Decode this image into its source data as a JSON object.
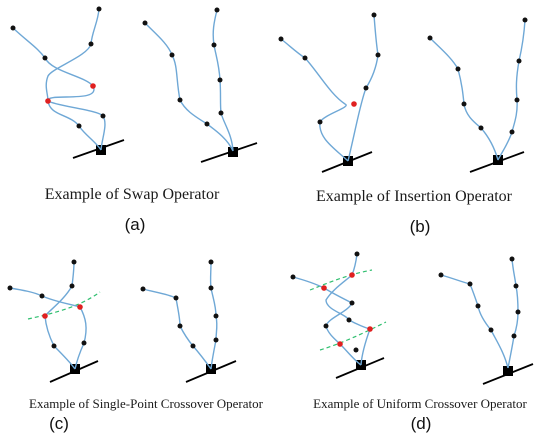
{
  "panels": [
    {
      "id": "a",
      "caption": "Example of Swap Operator",
      "label": "(a)",
      "before_variant": "swap",
      "after_variant": "plain"
    },
    {
      "id": "b",
      "caption": "Example of Insertion Operator",
      "label": "(b)",
      "before_variant": "insertion",
      "after_variant": "plain"
    },
    {
      "id": "c",
      "caption": "Example of Single-Point  Crossover Operator",
      "label": "(c)",
      "before_variant": "single-point",
      "after_variant": "plain"
    },
    {
      "id": "d",
      "caption": "Example of Uniform  Crossover Operator",
      "label": "(d)",
      "before_variant": "uniform",
      "after_variant": "plain"
    }
  ],
  "colors": {
    "path": "#6fa8d6",
    "node": "#111111",
    "highlight_node": "#e02020",
    "cut_line": "#2fbf6f",
    "robot": "#000000"
  }
}
